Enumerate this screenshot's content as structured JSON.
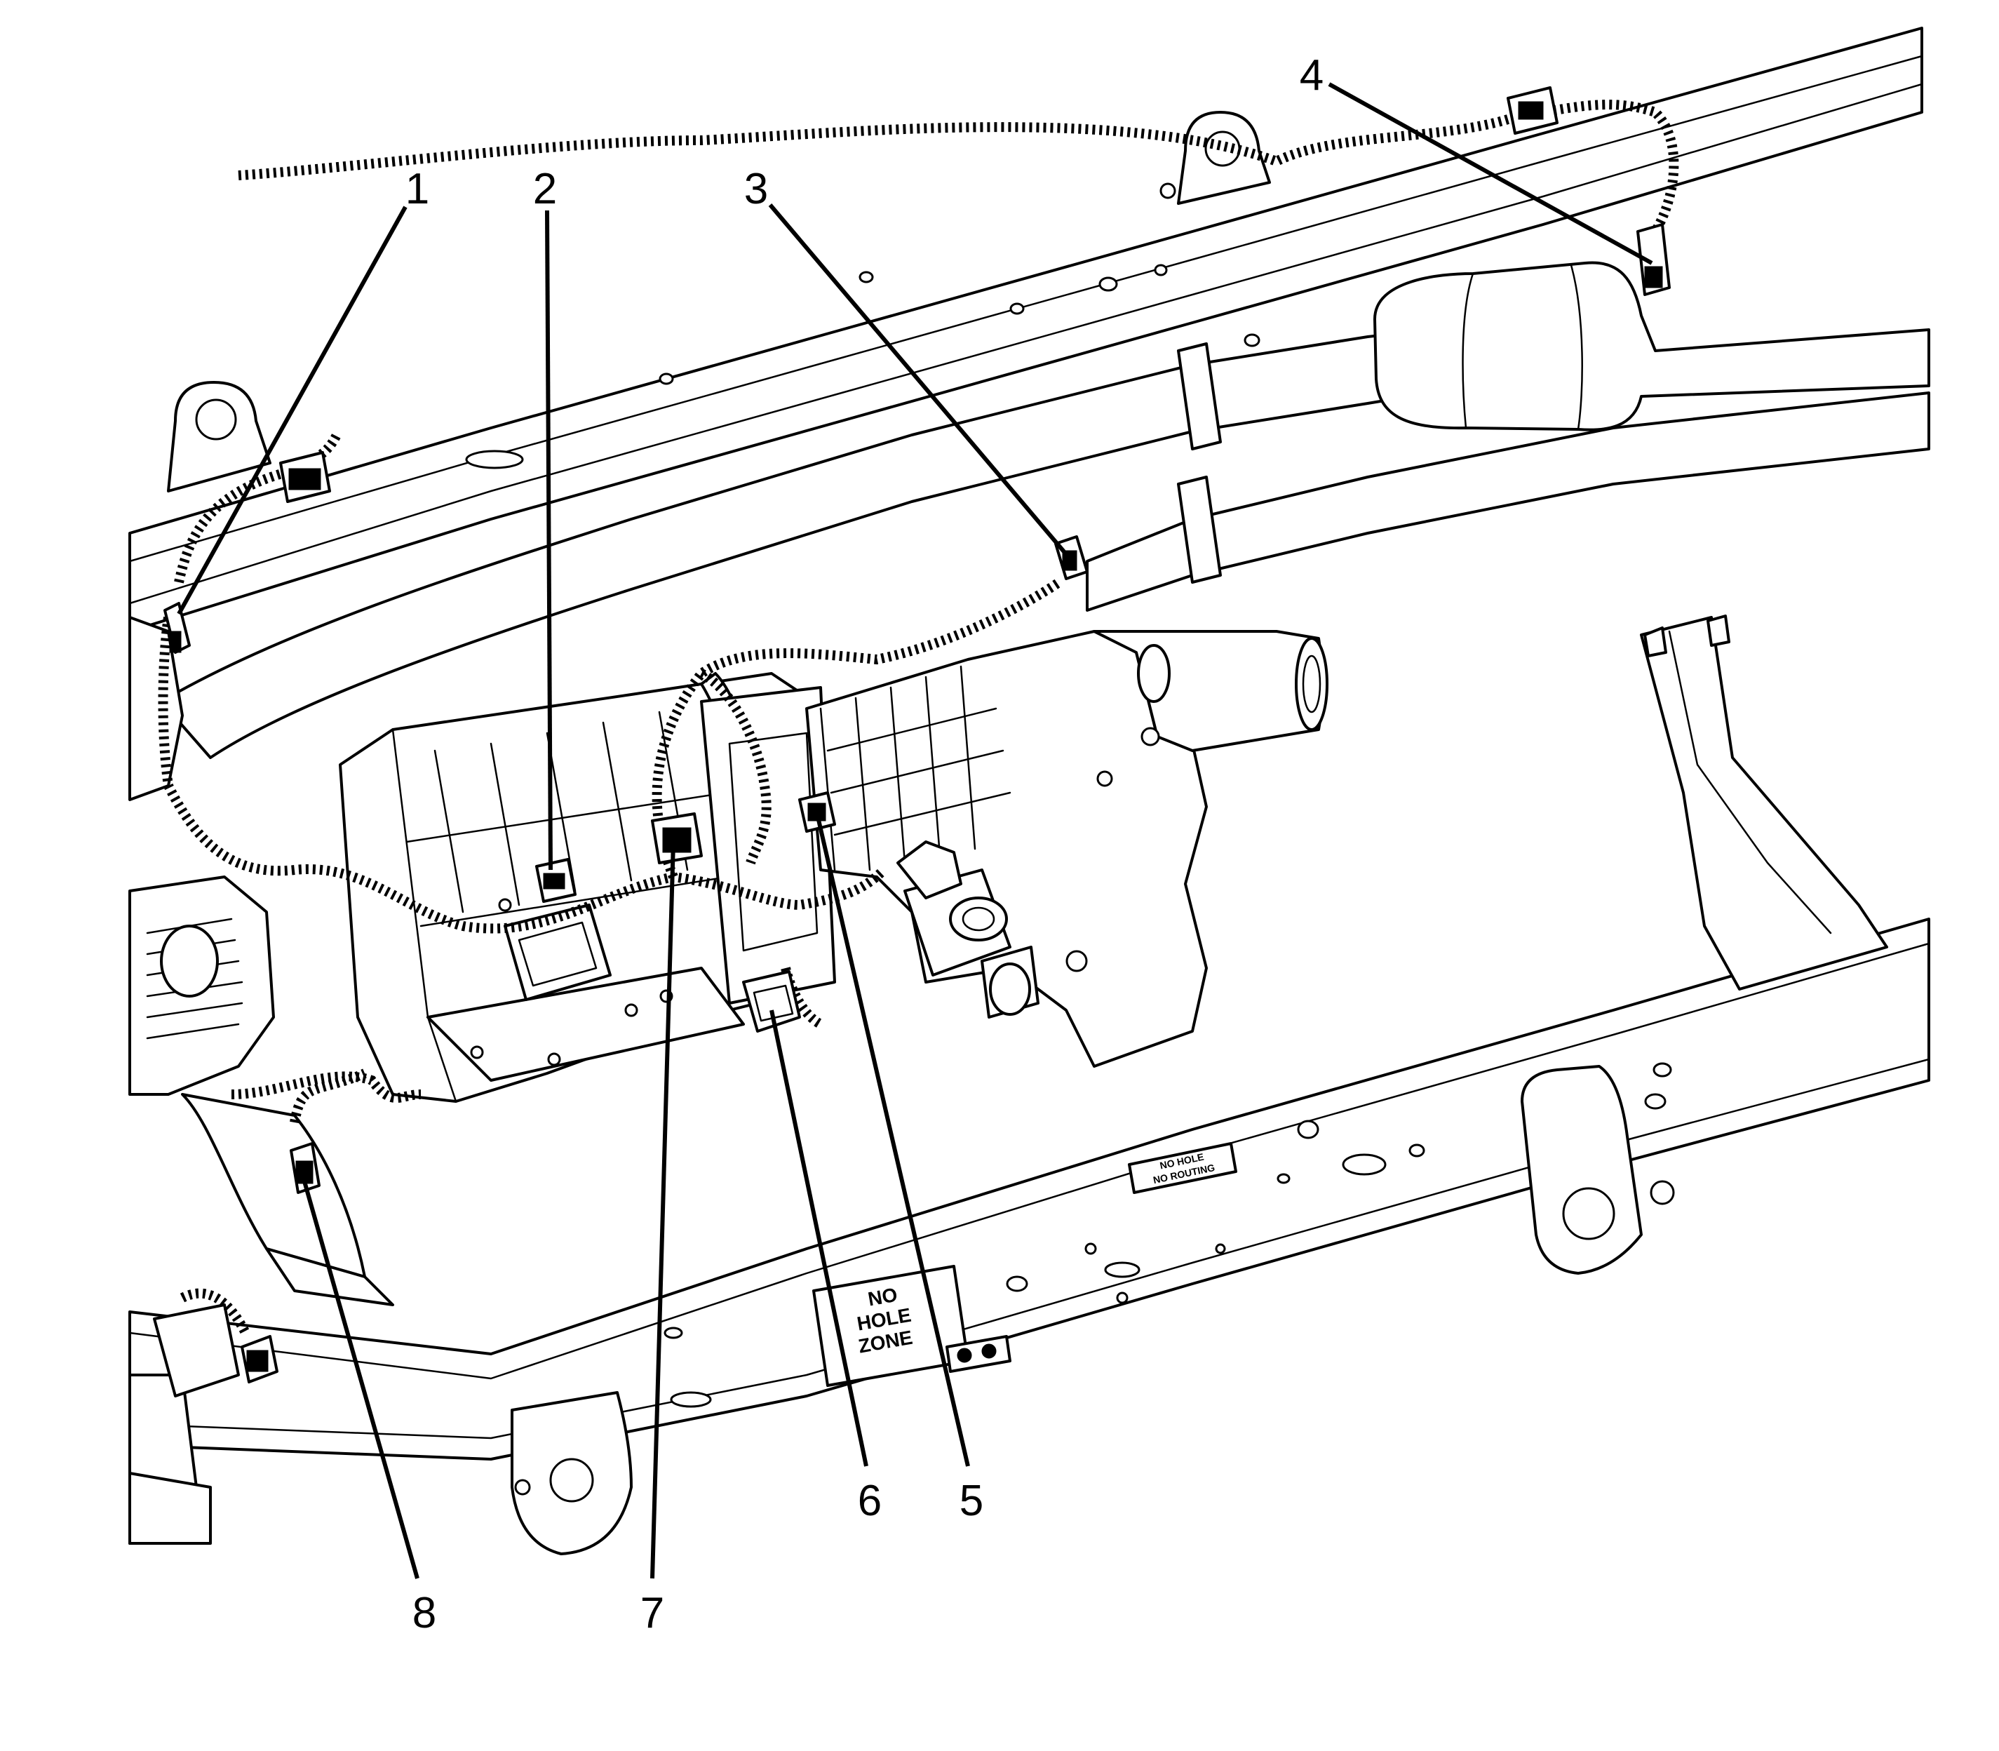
{
  "callouts": [
    {
      "id": "1",
      "label": "1"
    },
    {
      "id": "2",
      "label": "2"
    },
    {
      "id": "3",
      "label": "3"
    },
    {
      "id": "4",
      "label": "4"
    },
    {
      "id": "5",
      "label": "5"
    },
    {
      "id": "6",
      "label": "6"
    },
    {
      "id": "7",
      "label": "7"
    },
    {
      "id": "8",
      "label": "8"
    }
  ],
  "frame_markings": {
    "no_hole_zone": [
      "NO",
      "HOLE",
      "ZONE"
    ],
    "no_hole_no_routing": [
      "NO HOLE",
      "NO ROUTING"
    ]
  }
}
